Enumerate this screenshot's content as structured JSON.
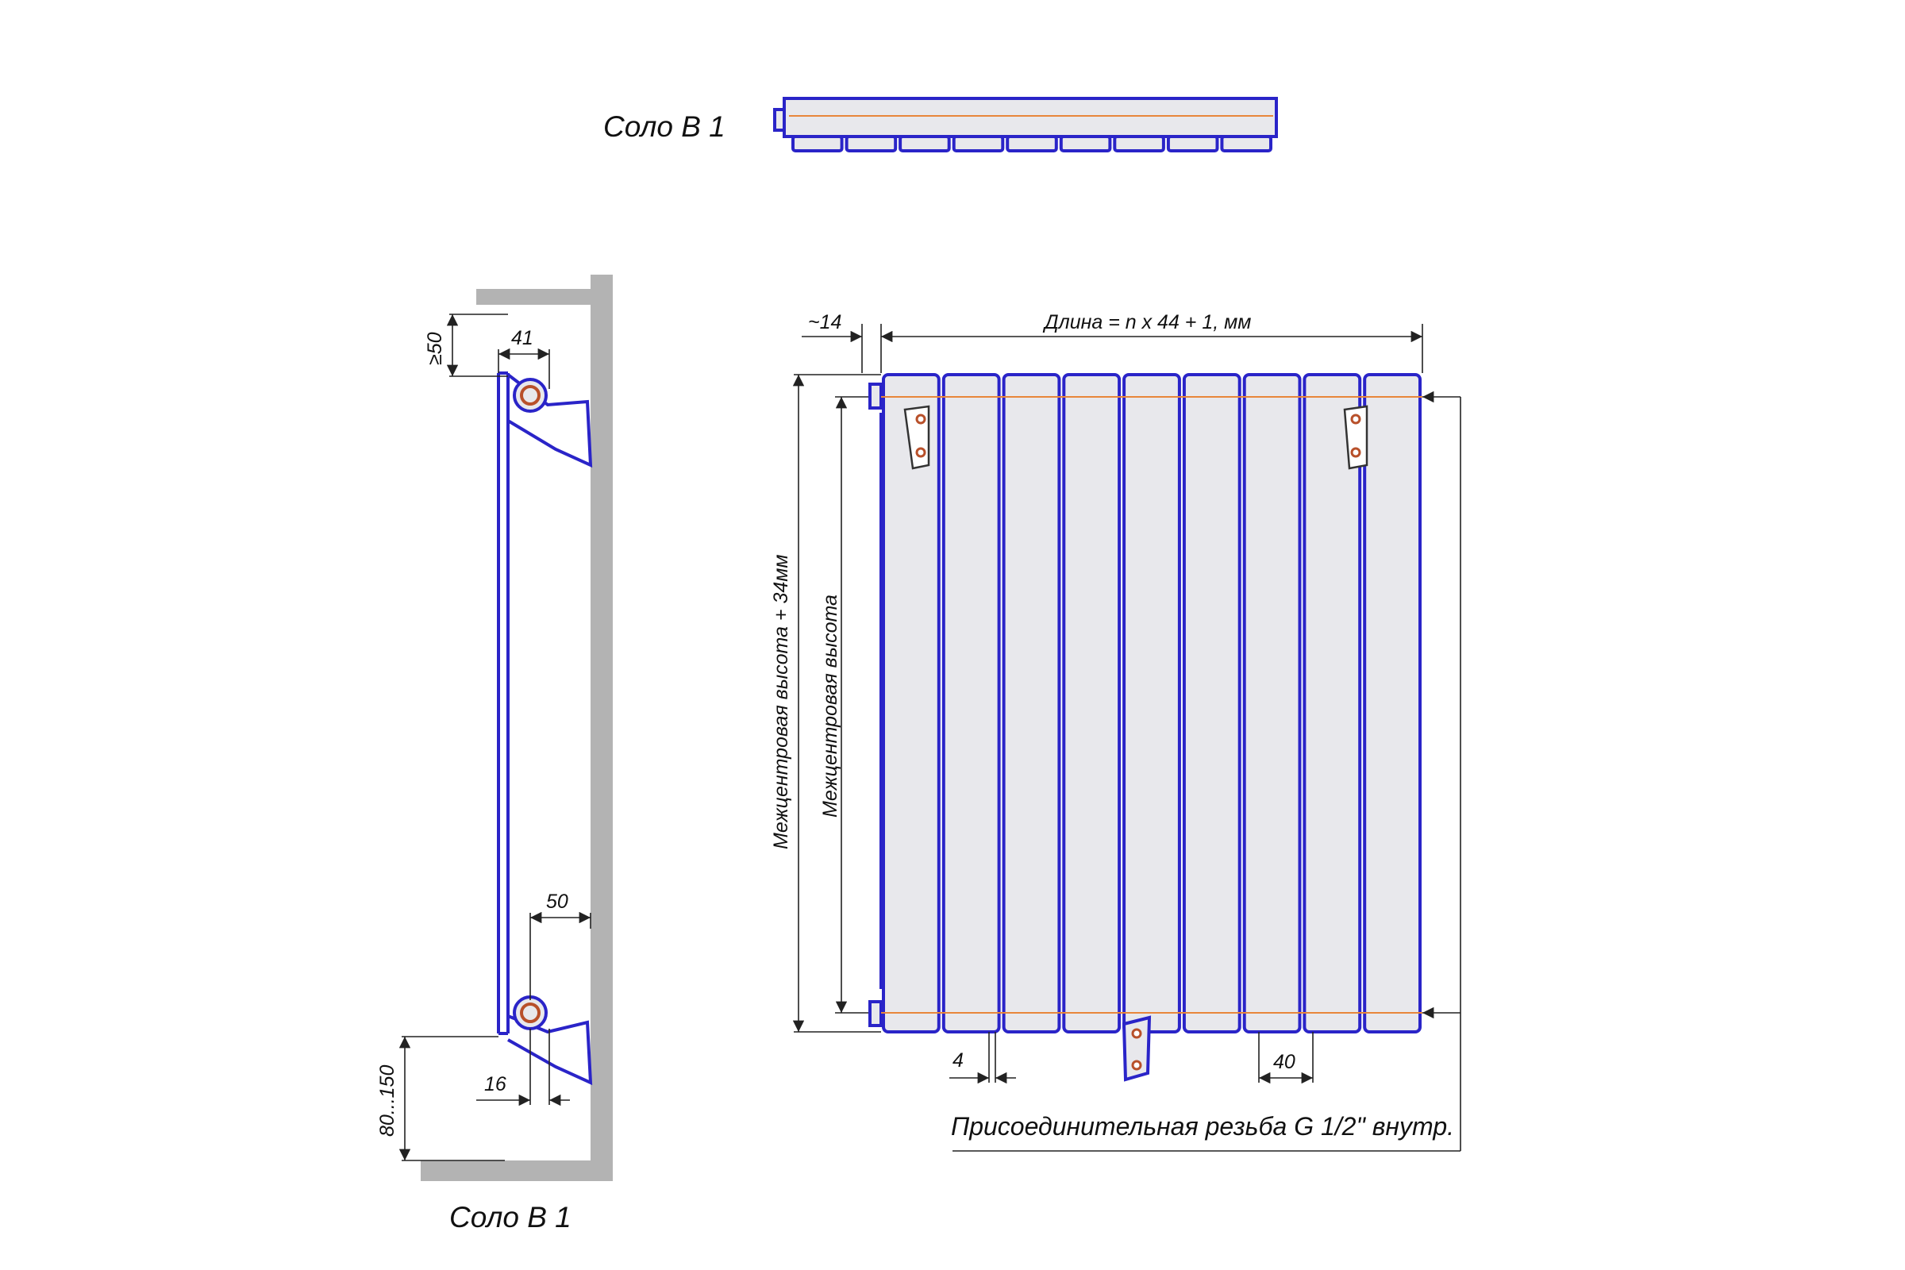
{
  "labels": {
    "top_view_title": "Соло В 1",
    "side_view_title": "Соло В 1",
    "min_top_clearance": "≥50",
    "pipe_depth": "41",
    "bracket_depth": "50",
    "wall_offset": "16",
    "floor_clearance": "80...150",
    "side_offset": "~14",
    "length_formula": "Длина = n x 44 + 1, мм",
    "total_height": "Межцентровая высота + 34мм",
    "center_height": "Межцентровая высота",
    "gap_width": "4",
    "section_width": "40",
    "connection_note": "Присоединительная резьба G 1/2\" внутр."
  },
  "colors": {
    "radiator_outline": "#2a24c8",
    "radiator_fill": "#e8e8ec",
    "pipe_axis": "#e8863a",
    "wall": "#b3b3b3",
    "bolt": "#b8502a"
  },
  "radiator": {
    "sections": 9
  }
}
